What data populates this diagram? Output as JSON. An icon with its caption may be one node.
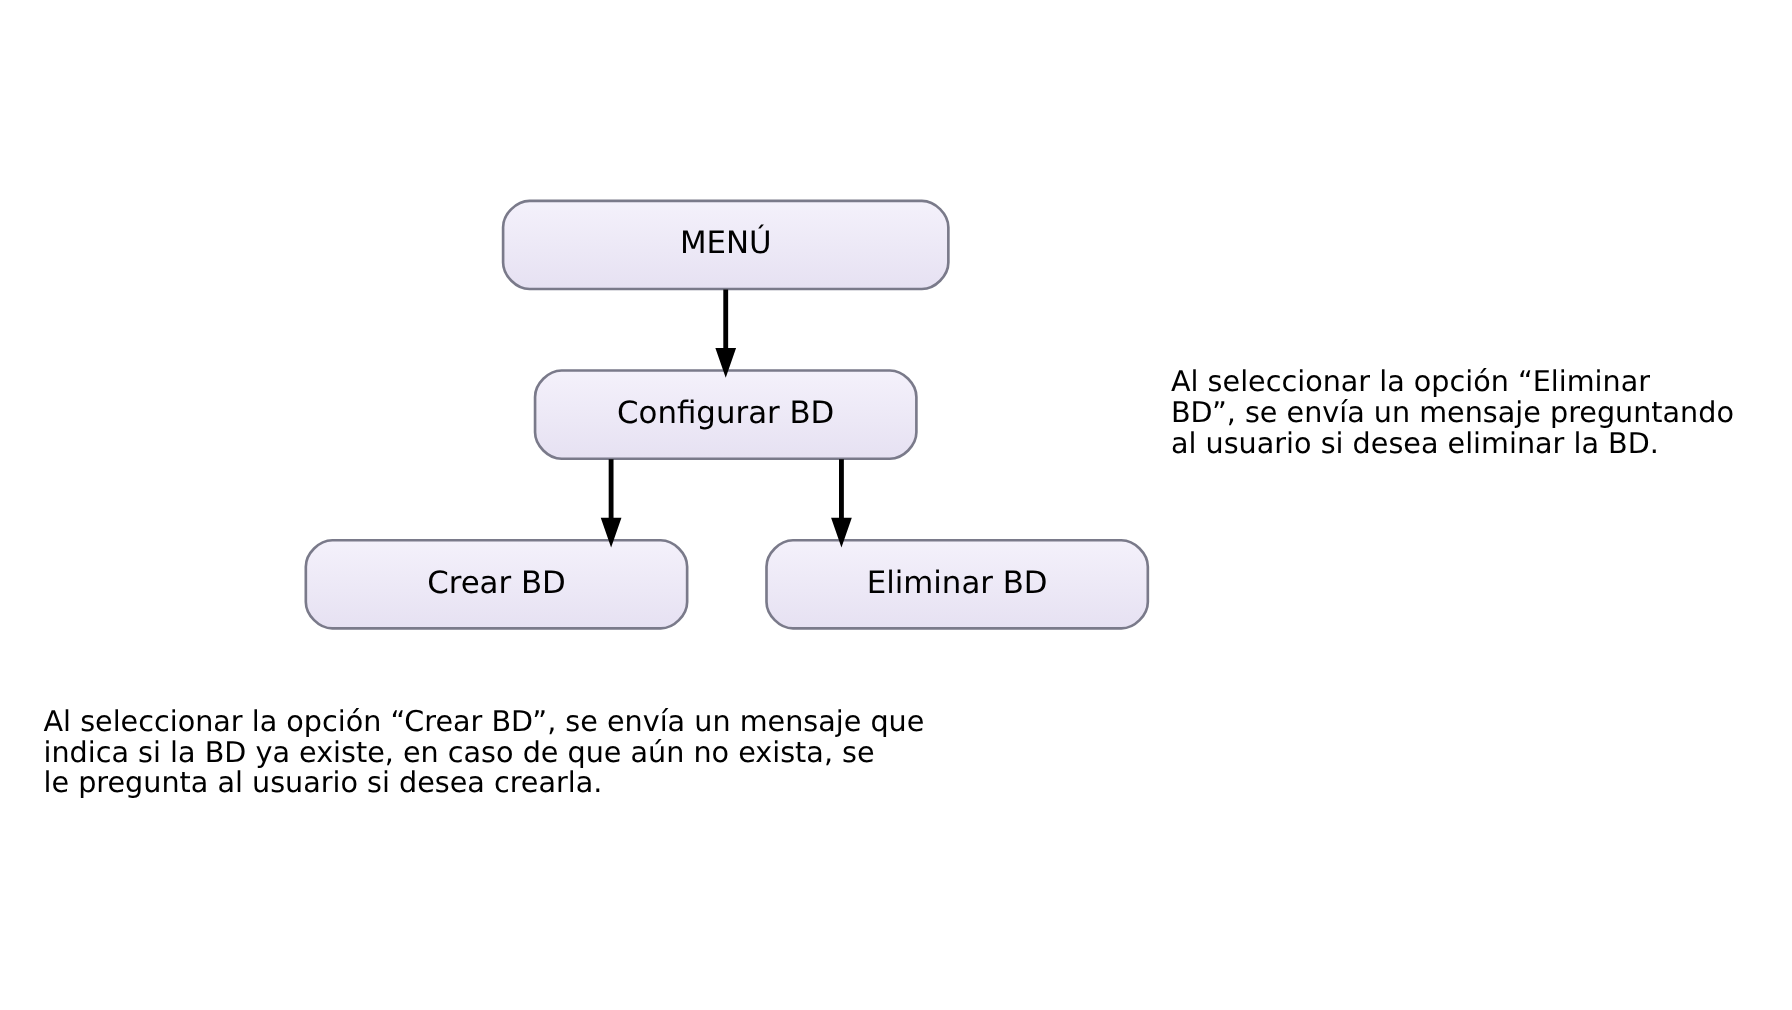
{
  "diagram": {
    "nodes": [
      {
        "text": [
          "MENÚ"
        ]
      },
      {
        "text": [
          "Configurar BD"
        ]
      },
      {
        "text": [
          "Crear BD"
        ]
      },
      {
        "text": [
          "Eliminar BD"
        ]
      }
    ],
    "edges": [
      {
        "from": 0,
        "to": 1,
        "arrow": "to"
      },
      {
        "from": 1,
        "to": 2,
        "arrow": "to"
      },
      {
        "from": 1,
        "to": 3,
        "arrow": "to"
      }
    ],
    "labels": [
      "Al seleccionar la opción “Eliminar BD”, se envía un mensaje preguntando al usuario si desea eliminar la BD.",
      "Al seleccionar la opción “Crear BD”, se envía un mensaje que indica si la BD ya existe, en caso de que aún no exista, se le pregunta al usuario si desea crearla."
    ]
  }
}
